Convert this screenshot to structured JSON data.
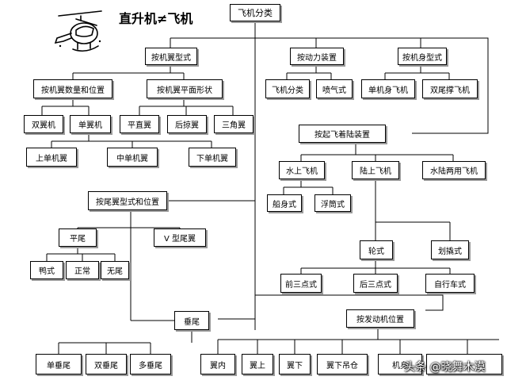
{
  "header": {
    "title": "直升机≠飞机",
    "illustration": "helicopter-drawing"
  },
  "watermark": "头条 @晓舞木漠",
  "nodes": {
    "root": "飞机分类",
    "wing_type": "按机翼型式",
    "power": "按动力装置",
    "fuselage_type": "按机身型式",
    "wing_count_pos": "按机翼数量和位置",
    "wing_planform": "按机翼平面形状",
    "plane_class": "飞机分类",
    "jet": "喷气式",
    "single_fuselage": "单机身飞机",
    "twin_boom": "双尾撑飞机",
    "biplane": "双翼机",
    "monoplane": "单翼机",
    "straight_wing": "平直翼",
    "swept_wing": "后掠翼",
    "delta_wing": "三角翼",
    "high_wing": "上单机翼",
    "mid_wing": "中单机翼",
    "low_wing": "下单机翼",
    "landing_gear": "按起飞着陆装置",
    "water": "水上飞机",
    "land": "陆上飞机",
    "amphibious": "水陆两用飞机",
    "hull": "船身式",
    "float": "浮筒式",
    "tail_type": "按尾翼型式和位置",
    "horizontal_tail": "平尾",
    "v_tail": "V 型尾翼",
    "duck": "鸭式",
    "normal": "正常",
    "tailless": "无尾",
    "wheeled": "轮式",
    "skid": "划撬式",
    "tricycle_front": "前三点式",
    "tricycle_rear": "后三点式",
    "bicycle": "自行车式",
    "vertical_tail": "垂尾",
    "engine_pos": "按发动机位置",
    "single_vt": "单垂尾",
    "twin_vt": "双垂尾",
    "multi_vt": "多垂尾",
    "in_wing": "翼内",
    "above_wing": "翼上",
    "below_wing": "翼下",
    "under_wing_pod": "翼下吊仓",
    "fuselage": "机身"
  }
}
